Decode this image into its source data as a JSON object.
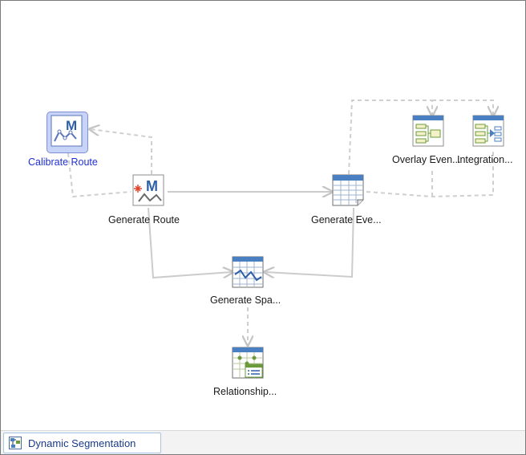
{
  "diagram": {
    "nodes": [
      {
        "id": "calibrate-route",
        "label": "Calibrate Route",
        "selected": true,
        "icon": "route-m-icon"
      },
      {
        "id": "generate-route",
        "label": "Generate Route",
        "selected": false,
        "icon": "route-m-icon"
      },
      {
        "id": "generate-events",
        "label": "Generate Eve...",
        "selected": false,
        "icon": "event-table-icon"
      },
      {
        "id": "overlay-events",
        "label": "Overlay Even...",
        "selected": false,
        "icon": "overlay-icon"
      },
      {
        "id": "integration",
        "label": "Integration...",
        "selected": false,
        "icon": "integration-icon"
      },
      {
        "id": "generate-spatial",
        "label": "Generate Spa...",
        "selected": false,
        "icon": "spatial-table-icon"
      },
      {
        "id": "relationship",
        "label": "Relationship...",
        "selected": false,
        "icon": "relationship-icon"
      }
    ]
  },
  "tabs": [
    {
      "label": "Dynamic Segmentation",
      "icon": "diagram-tab-icon",
      "active": true
    }
  ],
  "colors": {
    "selected_label": "#1f2fd4",
    "connector": "#c9c9c9",
    "accent_blue": "#4a7fc1",
    "accent_green": "#6b9a3a"
  }
}
